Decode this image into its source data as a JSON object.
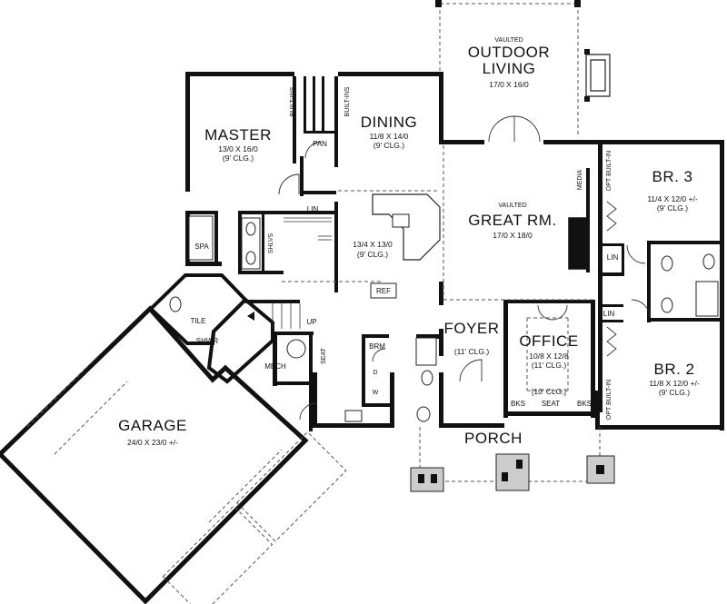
{
  "rooms": {
    "outdoor": {
      "note": "VAULTED",
      "name1": "OUTDOOR",
      "name2": "LIVING",
      "dims": "17/0 X 16/0"
    },
    "master": {
      "name": "MASTER",
      "dims": "13/0 X 16/0",
      "clg": "(9' CLG.)"
    },
    "dining": {
      "name": "DINING",
      "dims": "11/8 X 14/0",
      "clg": "(9' CLG.)"
    },
    "kitchen": {
      "dims": "13/4 X 13/0",
      "clg": "(9' CLG.)"
    },
    "great": {
      "note": "VAULTED",
      "name": "GREAT RM.",
      "dims": "17/0 X 18/0"
    },
    "br3": {
      "name": "BR. 3",
      "dims": "11/4 X 12/0 +/-",
      "clg": "(9' CLG.)"
    },
    "br2": {
      "name": "BR. 2",
      "dims": "11/8 X 12/0 +/-",
      "clg": "(9' CLG.)"
    },
    "office": {
      "name": "OFFICE",
      "dims": "10/8 X 12/8",
      "clg": "(11' CLG.)",
      "clg2": "[10' CLG.]"
    },
    "foyer": {
      "name": "FOYER",
      "clg": "(11' CLG.)"
    },
    "garage": {
      "name": "GARAGE",
      "dims": "24/0 X 23/0 +/-"
    },
    "porch": {
      "name": "PORCH"
    }
  },
  "labels": {
    "builtins1": "BUILT-INS",
    "builtins2": "BUILT-INS",
    "pan": "PAN",
    "lin1": "LIN",
    "lin2": "LIN",
    "lin3": "LIN",
    "spa": "SPA",
    "shlvs": "SHLVS",
    "tile": "TILE",
    "shwr": "SHWR",
    "mech": "MECH",
    "up": "UP",
    "seat1": "SEAT",
    "seat2": "SEAT",
    "brm": "BRM",
    "d": "D",
    "w": "W",
    "ref": "REF",
    "media": "MEDIA",
    "optbuiltin1": "OPT BUILT-IN",
    "optbuiltin2": "OPT BUILT-IN",
    "bks1": "BKS",
    "bks2": "BKS"
  }
}
